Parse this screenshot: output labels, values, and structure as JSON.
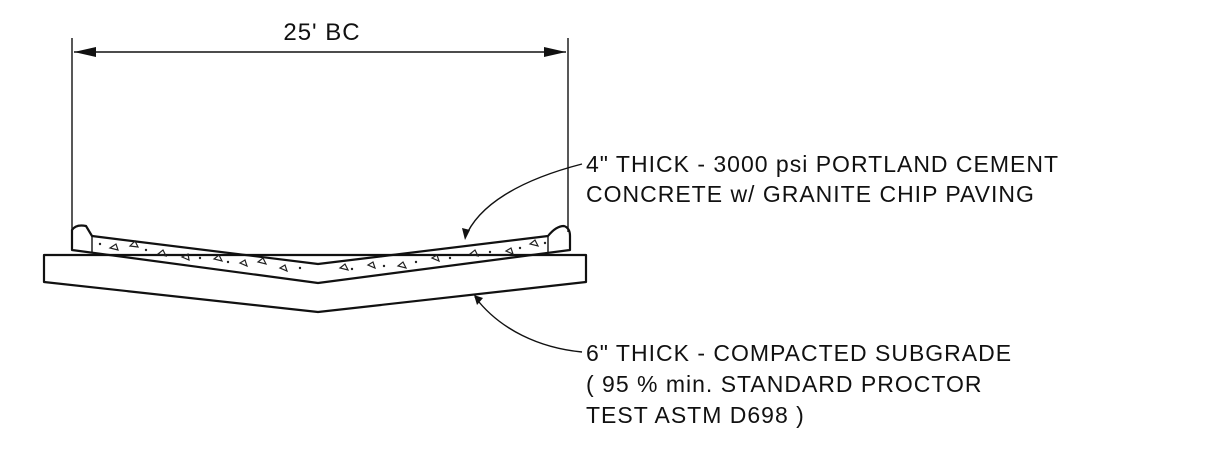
{
  "dimension": {
    "label": "25' BC"
  },
  "callouts": [
    {
      "lines": [
        "4\" THICK - 3000 psi  PORTLAND CEMENT",
        "CONCRETE  w/ GRANITE  CHIP  PAVING"
      ]
    },
    {
      "lines": [
        "6\" THICK - COMPACTED  SUBGRADE",
        "( 95 % min.  STANDARD  PROCTOR",
        "TEST  ASTM  D698 )"
      ]
    }
  ]
}
